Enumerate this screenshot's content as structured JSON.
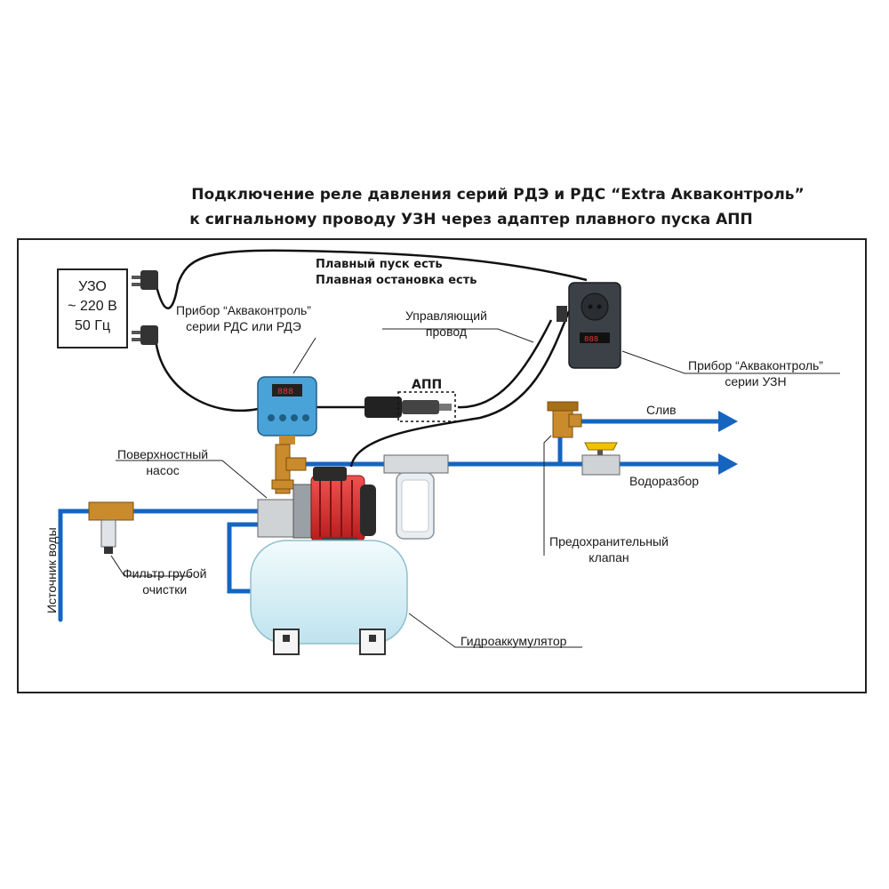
{
  "title": {
    "line1": "Подключение реле давления серий РДЭ и РДС “Extra Акваконтроль”",
    "line2": "к сигнальному проводу УЗН через адаптер плавного пуска АПП"
  },
  "uzo": {
    "line1": "УЗО",
    "line2": "~ 220 В",
    "line3": "50 Гц"
  },
  "notes": {
    "soft_start": "Плавный пуск есть",
    "soft_stop": "Плавная остановка есть"
  },
  "labels": {
    "rds_device_line1": "Прибор “Акваконтроль”",
    "rds_device_line2": "серии РДС или РДЭ",
    "control_wire_line1": "Управляющий",
    "control_wire_line2": "провод",
    "app": "АПП",
    "uzn_device_line1": "Прибор “Акваконтроль”",
    "uzn_device_line2": "серии УЗН",
    "drain": "Слив",
    "water_intake": "Водоразбор",
    "pump_line1": "Поверхностный",
    "pump_line2": "насос",
    "water_source": "Источник воды",
    "filter_line1": "Фильтр грубой",
    "filter_line2": "очистки",
    "safety_valve_line1": "Предохранительный",
    "safety_valve_line2": "клапан",
    "accumulator": "Гидроаккумулятор"
  },
  "colors": {
    "pipe": "#1565c0",
    "cable": "#111111",
    "pump_motor": "#d32f2f",
    "relay_body": "#4aa3d8",
    "tank": "#dff3f8",
    "brass": "#c98b2b"
  }
}
